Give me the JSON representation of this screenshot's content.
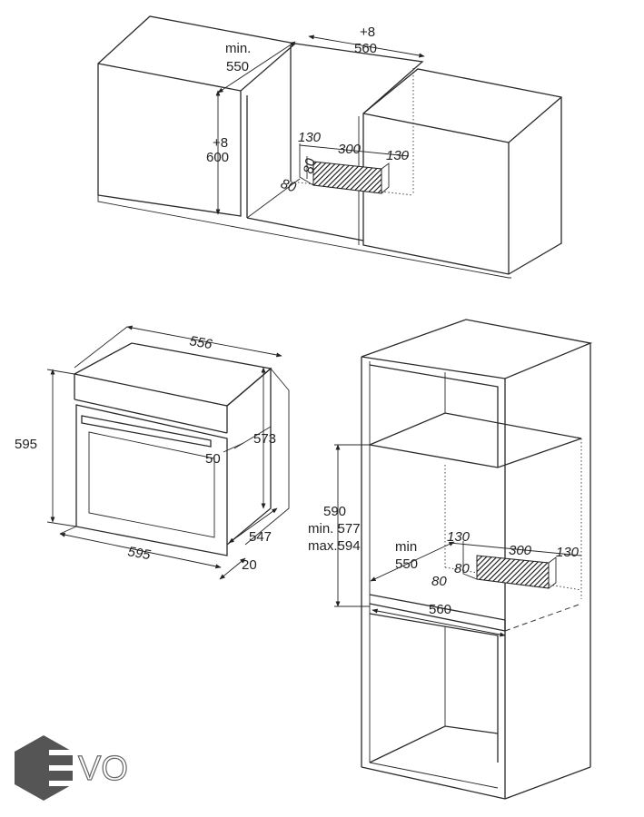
{
  "top_diagram": {
    "depth_min": "min.",
    "depth_value": "550",
    "width_tol": "+8",
    "width_value": "560",
    "height_tol": "+8",
    "height_value": "600",
    "vent_left": "130",
    "vent_center": "300",
    "vent_right": "130",
    "vent_height": "80",
    "vent_depth": "80"
  },
  "oven": {
    "top_width": "556",
    "height": "595",
    "front_width": "595",
    "side_height": "573",
    "handle_offset": "50",
    "body_depth": "547",
    "door_thickness": "20"
  },
  "tall_cabinet": {
    "niche_height": "590",
    "niche_min": "min. 577",
    "niche_max": "max.594",
    "depth_min": "min",
    "depth_value": "550",
    "vent_left": "130",
    "vent_center": "300",
    "vent_right": "130",
    "vent_height": "80",
    "vent_depth": "80",
    "width_value": "560"
  },
  "logo": {
    "text": "VO",
    "colors": {
      "hex_dark": "#555555",
      "hex_light": "#8a8a8a"
    }
  }
}
